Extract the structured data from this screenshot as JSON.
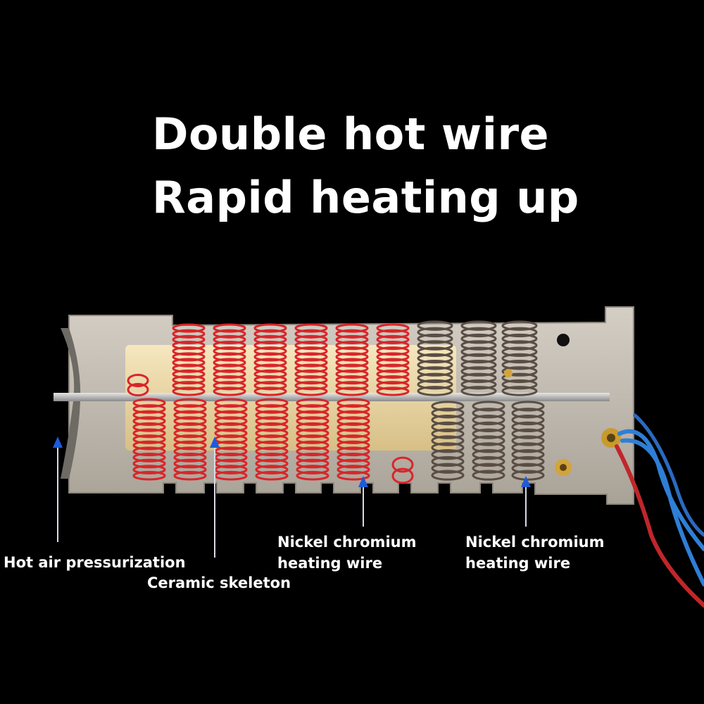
{
  "title": {
    "line1": "Double hot wire",
    "line2": "Rapid heating up"
  },
  "callouts": {
    "hot_air": "Hot air pressurization",
    "ceramic": "Ceramic skeleton",
    "nichrome_red": {
      "line1": "Nickel chromium",
      "line2": "heating wire"
    },
    "nichrome_dark": {
      "line1": "Nickel chromium",
      "line2": "heating wire"
    }
  },
  "colors": {
    "background": "#000000",
    "text": "#ffffff",
    "arrow": "#1e5bd8",
    "red_coil": "#d8262a",
    "dark_coil": "#5a4e44",
    "ceramic_board": "#c9c2b8",
    "ceramic_core": "#eed9a8",
    "wire_blue": "#2f7fd6",
    "wire_red": "#c0262a"
  },
  "icons": [
    "arrow-up-icon",
    "heating-element-photo"
  ]
}
